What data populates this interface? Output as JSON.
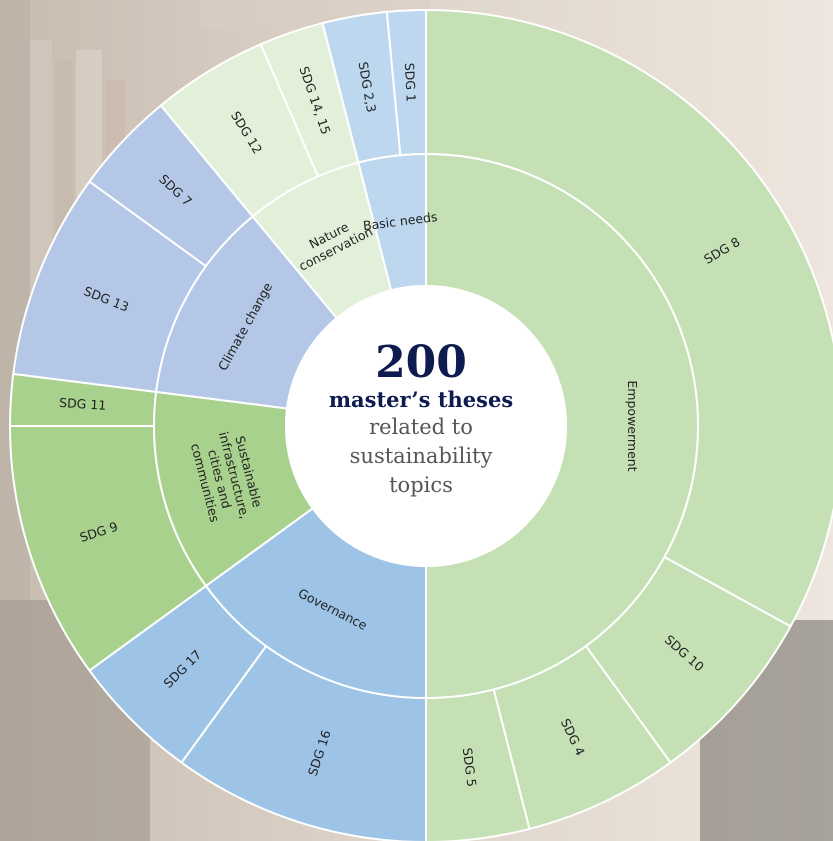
{
  "colors": {
    "empowerment": "#c5e0b4",
    "basic_needs": "#bdd7ee",
    "nature": "#e2efd9",
    "climate": "#b4c7e7",
    "infrastructure": "#a9d18e",
    "governance": "#9dc3e6",
    "center_number": "#0d1b4f",
    "center_subtitle": "#0d1b4f",
    "center_text": "#555555",
    "background_left": "#cbbfb2",
    "background_right": "#ece3da"
  },
  "center": {
    "number": "200",
    "subtitle": "master’s theses",
    "line1": "related to",
    "line2": "sustainability",
    "line3": "topics"
  },
  "chart_data": {
    "type": "sunburst",
    "inner": [
      {
        "label": "Empowerment",
        "color_key": "empowerment",
        "value": 50.0
      },
      {
        "label": "Governance",
        "color_key": "governance",
        "value": 15.0
      },
      {
        "label": "Sustainable infrastructure, cities and communities",
        "lines": [
          "Sustainable",
          "infrastructure,",
          "cities and",
          "communities"
        ],
        "color_key": "infrastructure",
        "value": 12.0
      },
      {
        "label": "Climate change",
        "color_key": "climate",
        "value": 12.0
      },
      {
        "label": "Nature conservation",
        "lines": [
          "Nature",
          "conservation"
        ],
        "color_key": "nature",
        "value": 7.0
      },
      {
        "label": "Basic needs",
        "color_key": "basic_needs",
        "value": 4.0
      }
    ],
    "outer": [
      {
        "label": "SDG 8",
        "color_key": "empowerment",
        "value": 33.0
      },
      {
        "label": "SDG 10",
        "color_key": "empowerment",
        "value": 7.0
      },
      {
        "label": "SDG 4",
        "color_key": "empowerment",
        "value": 6.0
      },
      {
        "label": "SDG 5",
        "color_key": "empowerment",
        "value": 4.0
      },
      {
        "label": "SDG 16",
        "color_key": "governance",
        "value": 10.0
      },
      {
        "label": "SDG 17",
        "color_key": "governance",
        "value": 5.0
      },
      {
        "label": "SDG 9",
        "color_key": "infrastructure",
        "value": 10.0
      },
      {
        "label": "SDG 11",
        "color_key": "infrastructure",
        "value": 2.0
      },
      {
        "label": "SDG 13",
        "color_key": "climate",
        "value": 8.0
      },
      {
        "label": "SDG 7",
        "color_key": "climate",
        "value": 4.0
      },
      {
        "label": "SDG 12",
        "color_key": "nature",
        "value": 4.5
      },
      {
        "label": "SDG 14, 15",
        "color_key": "nature",
        "value": 2.5
      },
      {
        "label": "SDG 2,3",
        "color_key": "basic_needs",
        "value": 2.5
      },
      {
        "label": "SDG 1",
        "color_key": "basic_needs",
        "value": 1.5
      }
    ]
  }
}
